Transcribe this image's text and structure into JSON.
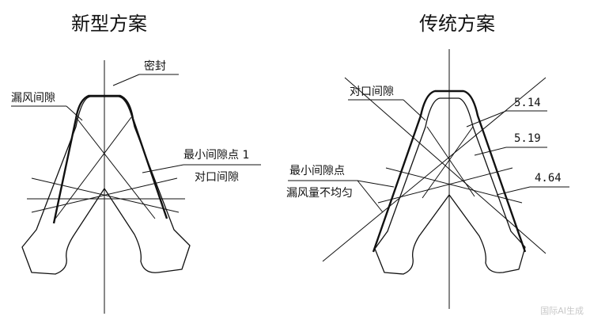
{
  "left_panel": {
    "title": "新型方案",
    "labels": {
      "seal": "密封",
      "leak_gap": "漏风间隙",
      "min_gap_point": "最小间隙点 1",
      "butt_gap": "对口间隙"
    }
  },
  "right_panel": {
    "title": "传统方案",
    "labels": {
      "butt_gap": "对口间隙",
      "min_gap_point": "最小间隙点",
      "uneven_leak": "漏风量不均匀",
      "dim1": "5.14",
      "dim2": "5.19",
      "dim3": "4.64"
    }
  },
  "watermark": "国际AI生成"
}
